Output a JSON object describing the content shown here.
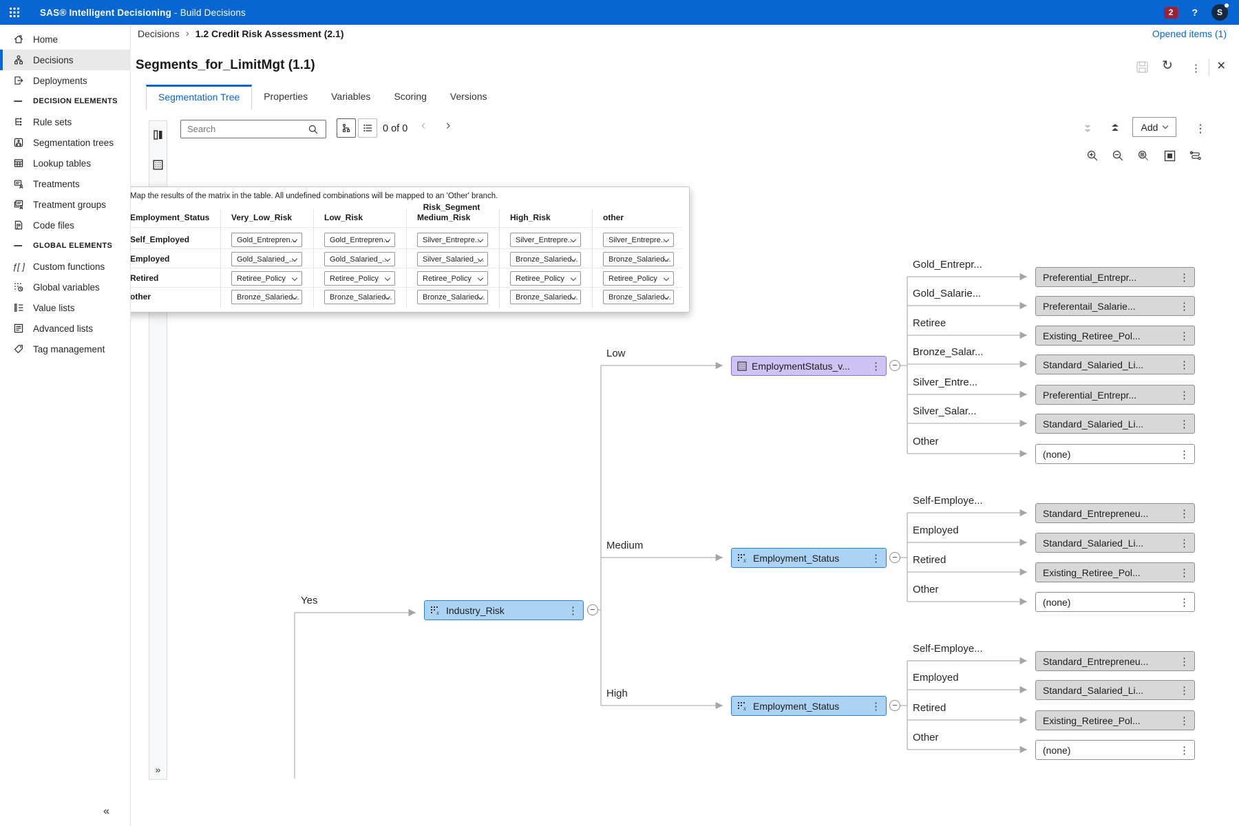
{
  "app_bar": {
    "product": "SAS® Intelligent Decisioning",
    "separator": " - ",
    "context": "Build Decisions",
    "notification_count": "2",
    "help_label": "?",
    "avatar_initial": "S"
  },
  "icons": {
    "kebab": "⋮",
    "minus": "−",
    "close": "×",
    "refresh": "↻",
    "breadcrumb_sep": "›",
    "prev": "‹",
    "next": "›",
    "sidebar_collapse": "«",
    "rail_expand": "»",
    "custom_functions_glyph": "ƒ[ ]"
  },
  "sidebar": {
    "items": [
      {
        "label": "Home"
      },
      {
        "label": "Decisions",
        "selected": true
      },
      {
        "label": "Deployments"
      },
      {
        "label": "DECISION ELEMENTS",
        "section": true
      },
      {
        "label": "Rule sets"
      },
      {
        "label": "Segmentation trees"
      },
      {
        "label": "Lookup tables"
      },
      {
        "label": "Treatments"
      },
      {
        "label": "Treatment groups"
      },
      {
        "label": "Code files"
      },
      {
        "label": "GLOBAL ELEMENTS",
        "section": true
      },
      {
        "label": "Custom functions"
      },
      {
        "label": "Global variables"
      },
      {
        "label": "Value lists"
      },
      {
        "label": "Advanced lists"
      },
      {
        "label": "Tag management"
      }
    ]
  },
  "header": {
    "breadcrumb_root": "Decisions",
    "breadcrumb_current": "1.2 Credit Risk Assessment (2.1)",
    "opened_items": "Opened items (1)",
    "title": "Segments_for_LimitMgt (1.1)"
  },
  "tabs": [
    {
      "label": "Segmentation Tree",
      "active": true
    },
    {
      "label": "Properties"
    },
    {
      "label": "Variables"
    },
    {
      "label": "Scoring"
    },
    {
      "label": "Versions"
    }
  ],
  "toolbar": {
    "search_placeholder": "Search",
    "match_count": "0 of 0",
    "add_label": "Add"
  },
  "matrix_panel": {
    "instruction": "Map the results of the matrix in the table. All undefined combinations will be mapped to an 'Other' branch.",
    "group_header": "Risk_Segment",
    "columns": [
      "Employment_Status",
      "Very_Low_Risk",
      "Low_Risk",
      "Medium_Risk",
      "High_Risk",
      "other"
    ],
    "rows": [
      {
        "label": "Self_Employed",
        "cells": [
          "Gold_Entrepren...",
          "Gold_Entrepren...",
          "Silver_Entrepre...",
          "Silver_Entrepre...",
          "Silver_Entrepre..."
        ]
      },
      {
        "label": "Employed",
        "cells": [
          "Gold_Salaried_...",
          "Gold_Salaried_...",
          "Silver_Salaried_...",
          "Bronze_Salaried...",
          "Bronze_Salaried..."
        ]
      },
      {
        "label": "Retired",
        "cells": [
          "Retiree_Policy",
          "Retiree_Policy",
          "Retiree_Policy",
          "Retiree_Policy",
          "Retiree_Policy"
        ]
      },
      {
        "label": "other",
        "cells": [
          "Bronze_Salaried...",
          "Bronze_Salaried...",
          "Bronze_Salaried...",
          "Bronze_Salaried...",
          "Bronze_Salaried..."
        ]
      }
    ]
  },
  "tree": {
    "root_branch_label": "Yes",
    "root_node": {
      "label": "Industry_Risk",
      "type": "variable"
    },
    "groups": [
      {
        "branch": "Low",
        "node": {
          "label": "EmploymentStatus_v...",
          "type": "matrix"
        },
        "leaves": [
          {
            "branch": "Gold_Entrepr...",
            "target": "Preferential_Entrepr..."
          },
          {
            "branch": "Gold_Salarie...",
            "target": "Preferentail_Salarie..."
          },
          {
            "branch": "Retiree",
            "target": "Existing_Retiree_Pol..."
          },
          {
            "branch": "Bronze_Salar...",
            "target": "Standard_Salaried_Li..."
          },
          {
            "branch": "Silver_Entre...",
            "target": "Preferential_Entrepr..."
          },
          {
            "branch": "Silver_Salar...",
            "target": "Standard_Salaried_Li..."
          },
          {
            "branch": "Other",
            "target": "(none)",
            "empty": true
          }
        ]
      },
      {
        "branch": "Medium",
        "node": {
          "label": "Employment_Status",
          "type": "variable"
        },
        "leaves": [
          {
            "branch": "Self-Employe...",
            "target": "Standard_Entrepreneu..."
          },
          {
            "branch": "Employed",
            "target": "Standard_Salaried_Li..."
          },
          {
            "branch": "Retired",
            "target": "Existing_Retiree_Pol..."
          },
          {
            "branch": "Other",
            "target": "(none)",
            "empty": true
          }
        ]
      },
      {
        "branch": "High",
        "node": {
          "label": "Employment_Status",
          "type": "variable"
        },
        "leaves": [
          {
            "branch": "Self-Employe...",
            "target": "Standard_Entrepreneu..."
          },
          {
            "branch": "Employed",
            "target": "Standard_Salaried_Li..."
          },
          {
            "branch": "Retired",
            "target": "Existing_Retiree_Pol..."
          },
          {
            "branch": "Other",
            "target": "(none)",
            "empty": true
          }
        ]
      }
    ]
  },
  "colors": {
    "app_blue": "#0766d1",
    "badge_red": "#9d2235",
    "node_blue_fill": "#abd3f3",
    "node_blue_border": "#2e7fd2",
    "node_purple_fill": "#cec3f3",
    "node_purple_border": "#8472cf",
    "leaf_fill": "#d8d8d8",
    "connector": "#b3b3b3"
  }
}
